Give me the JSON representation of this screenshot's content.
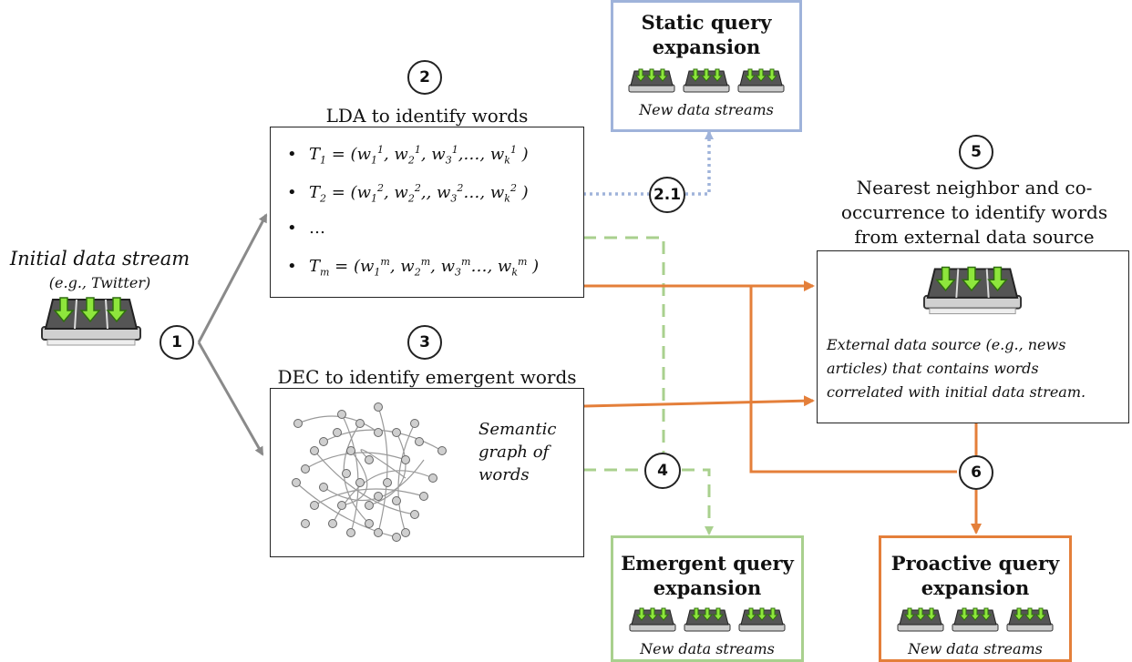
{
  "colors": {
    "gray_arrow": "#8a8a8a",
    "blue_dotted": "#9fb3da",
    "green_dashed": "#a9d08e",
    "orange": "#e47f3a",
    "device_arrow": "#8ee63c"
  },
  "steps": [
    "1",
    "2",
    "2.1",
    "3",
    "4",
    "5",
    "6"
  ],
  "initial_stream": {
    "title": "Initial data stream",
    "subtitle": "(e.g., Twitter)"
  },
  "lda": {
    "heading": "LDA to identify words",
    "topics": [
      {
        "t": "1",
        "s": "1"
      },
      {
        "t": "2",
        "s": "2"
      },
      {
        "t": "m",
        "s": "m"
      }
    ],
    "ellipsis": "…"
  },
  "dec": {
    "heading": "DEC to identify emergent words",
    "graph_caption": [
      "Semantic",
      "graph of",
      "words"
    ]
  },
  "nearest": {
    "heading": [
      "Nearest neighbor and co-",
      "occurrence to identify words",
      "from external data source"
    ],
    "caption": [
      "External data source (e.g., news",
      "articles) that contains words",
      "correlated with initial data stream."
    ]
  },
  "static_qe": {
    "title": [
      "Static query",
      "expansion"
    ],
    "subtitle": "New data streams"
  },
  "emergent_qe": {
    "title": [
      "Emergent query",
      "expansion"
    ],
    "subtitle": "New data streams"
  },
  "proactive_qe": {
    "title": [
      "Proactive query",
      "expansion"
    ],
    "subtitle": "New data streams"
  },
  "icons": [
    "stream-device-icon",
    "semantic-graph-icon"
  ]
}
